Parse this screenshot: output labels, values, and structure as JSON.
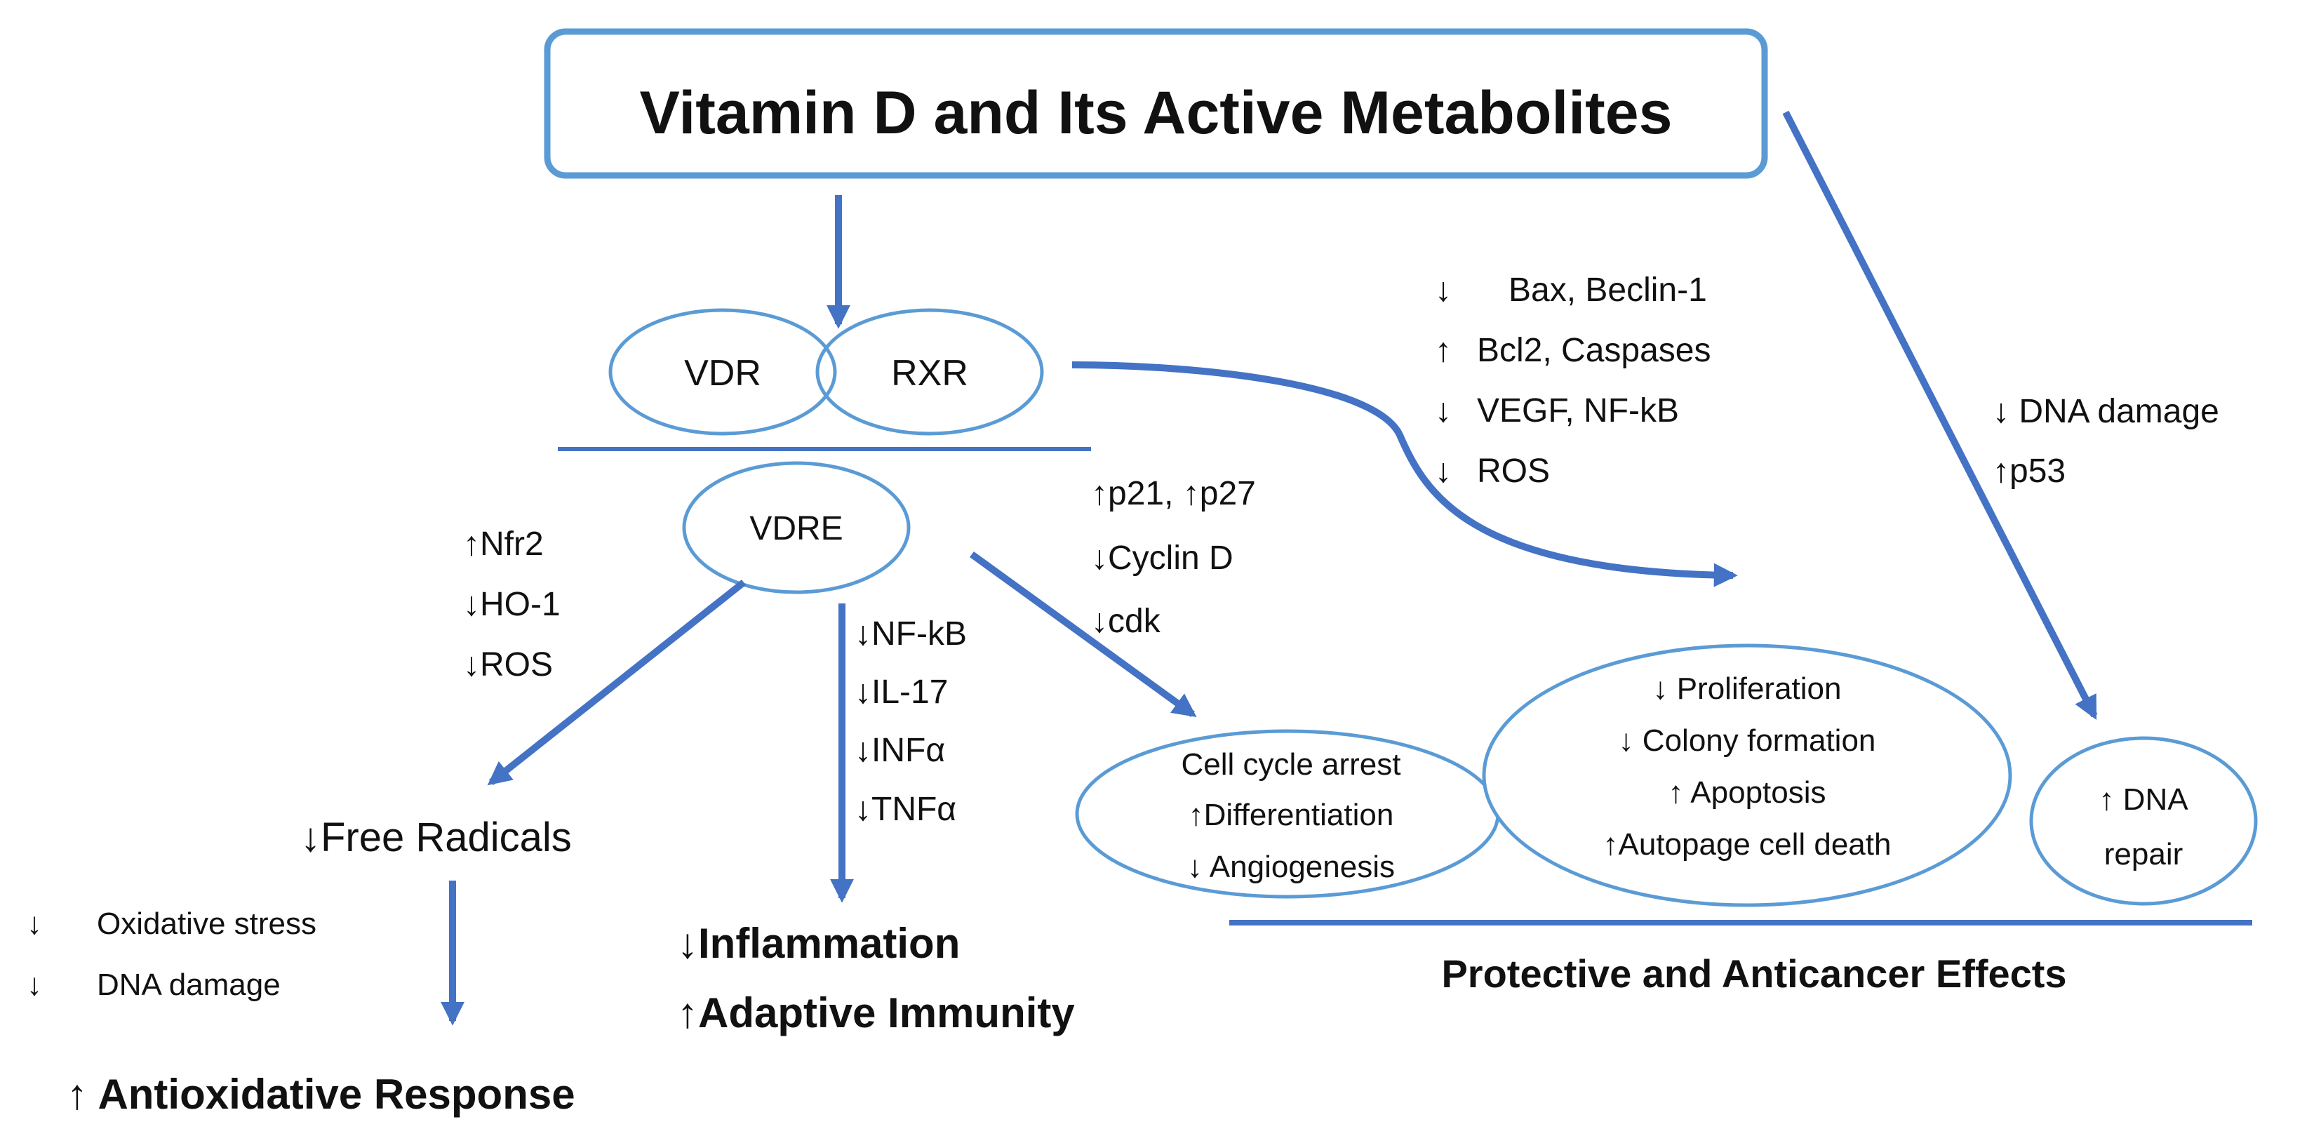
{
  "title": "Vitamin D and Its Active Metabolites",
  "receptors": {
    "vdr": "VDR",
    "rxr": "RXR",
    "vdre": "VDRE"
  },
  "colors": {
    "arrow": "#4472C4",
    "outline": "#5B9BD5"
  },
  "antioxidant": {
    "markers": [
      "↑Nfr2",
      "↓HO-1",
      "↓ROS"
    ],
    "free_radicals": "↓Free Radicals",
    "effects": [
      {
        "arrow": "↓",
        "text": "Oxidative stress"
      },
      {
        "arrow": "↓",
        "text": "DNA damage"
      }
    ],
    "outcome": "↑ Antioxidative Response"
  },
  "inflammation": {
    "markers": [
      "↓NF-kB",
      "↓IL-17",
      "↓INFα",
      "↓TNFα"
    ],
    "outcome_1": "↓Inflammation",
    "outcome_2": "↑Adaptive Immunity"
  },
  "cell_cycle": {
    "markers": [
      "↑p21, ↑p27",
      "↓Cyclin D",
      "↓cdk"
    ],
    "ellipse": [
      "Cell cycle arrest",
      "↑Differentiation",
      "↓ Angiogenesis"
    ]
  },
  "apoptosis": {
    "markers": [
      {
        "arrow": "↓",
        "text": "Bax, Beclin-1"
      },
      {
        "arrow": "↑",
        "text": "Bcl2, Caspases"
      },
      {
        "arrow": "↓",
        "text": "VEGF, NF-kB"
      },
      {
        "arrow": "↓",
        "text": "ROS"
      }
    ],
    "ellipse": [
      "↓ Proliferation",
      "↓ Colony formation",
      "↑ Apoptosis",
      "↑Autopage cell death"
    ]
  },
  "dna": {
    "markers": [
      "↓ DNA damage",
      "↑p53"
    ],
    "ellipse": [
      "↑ DNA",
      "repair"
    ]
  },
  "protective": "Protective and Anticancer Effects"
}
